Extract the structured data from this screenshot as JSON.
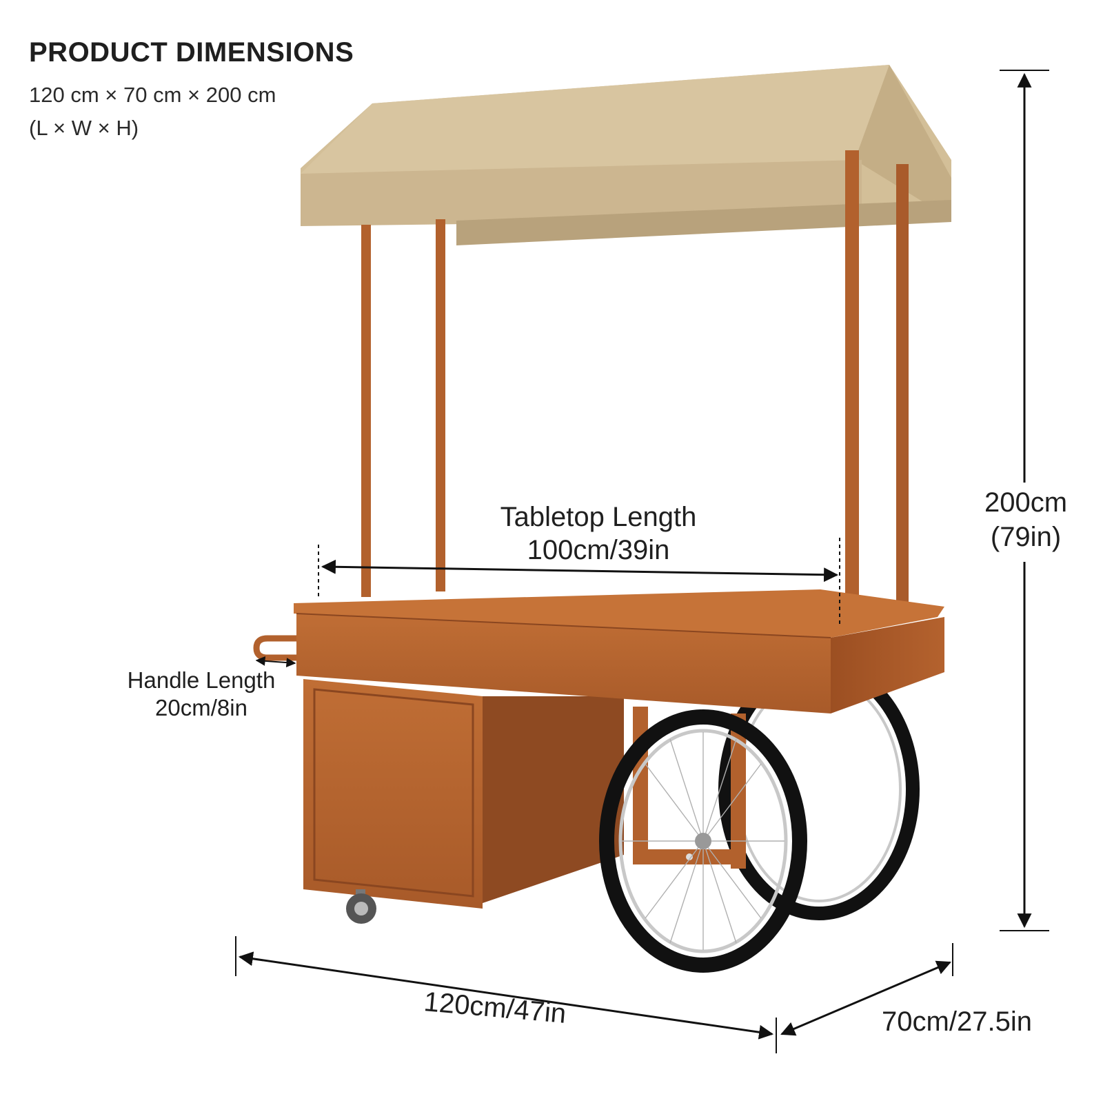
{
  "heading": {
    "title": "PRODUCT  DIMENSIONS",
    "dimensions": "120 cm × 70 cm × 200 cm",
    "order": "(L × W × H)"
  },
  "tabletop": {
    "label": "Tabletop Length",
    "value": "100cm/39in"
  },
  "handle": {
    "label": "Handle Length",
    "value": "20cm/8in"
  },
  "height": {
    "value": "200cm",
    "value_in": "(79in)"
  },
  "length": {
    "value": "120cm/47in"
  },
  "width": {
    "value": "70cm/27.5in"
  },
  "colors": {
    "canopy": "#d2bd96",
    "wood": "#b5632e",
    "wood_dark": "#8a4620",
    "tire": "#111111",
    "rim": "#c8c8c8",
    "dimension_line": "#111111"
  }
}
